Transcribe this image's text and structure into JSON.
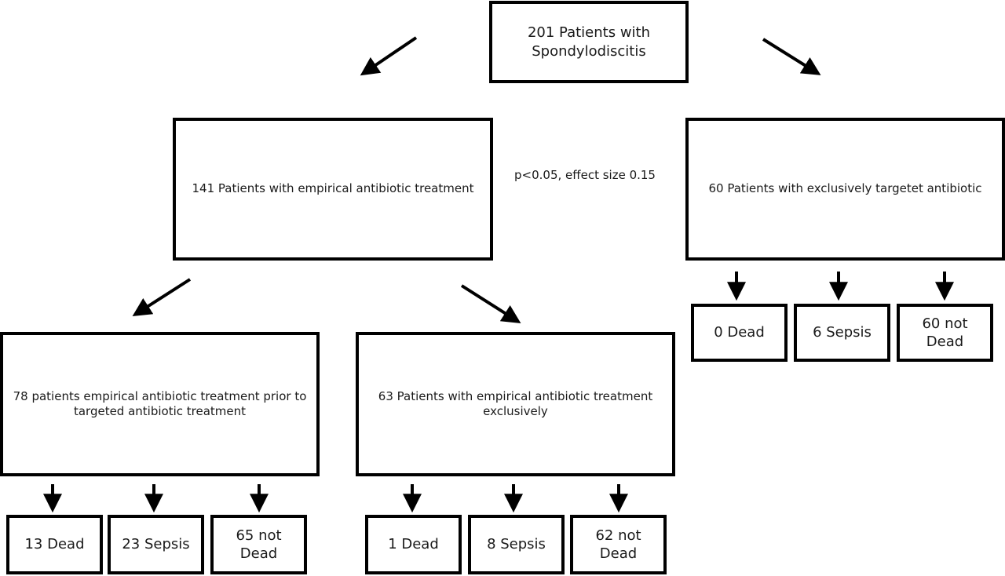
{
  "root": {
    "label": "201 Patients with Spondylodiscitis"
  },
  "empirical": {
    "label": "141 Patients with empirical antibiotic treatment"
  },
  "targeted": {
    "label": "60 Patients with exclusively targetet antibiotic"
  },
  "stat_note": "p<0.05, effect size 0.15",
  "prior_targeted": {
    "label": "78 patients empirical antibiotic treatment prior to targeted antibiotic treatment"
  },
  "empirical_only": {
    "label": "63  Patients with empirical antibiotic treatment exclusively"
  },
  "outcomes": {
    "prior_targeted": {
      "dead": "13 Dead",
      "sepsis": "23 Sepsis",
      "not_dead": "65 not Dead"
    },
    "empirical_only": {
      "dead": "1 Dead",
      "sepsis": "8 Sepsis",
      "not_dead": "62 not Dead"
    },
    "targeted": {
      "dead": "0 Dead",
      "sepsis": "6 Sepsis",
      "not_dead": "60 not Dead"
    }
  }
}
